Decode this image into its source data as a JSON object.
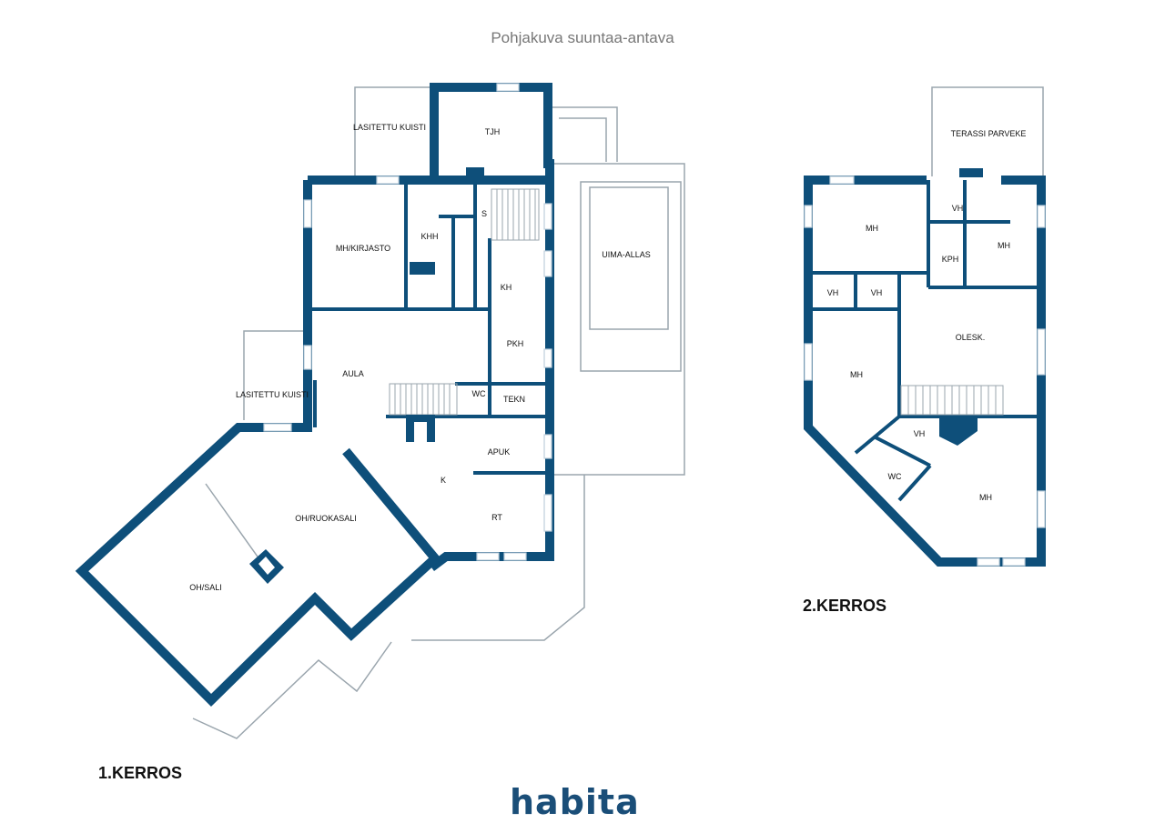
{
  "header": {
    "title": "Pohjakuva suuntaa-antava"
  },
  "colors": {
    "wall": "#0e4f7a",
    "window": "#bfcfdc",
    "line": "#9aa5ad",
    "text": "#111111"
  },
  "floors": [
    {
      "label": "1.KERROS",
      "rooms": [
        "LASITETTU KUISTI",
        "TJH",
        "MH/KIRJASTO",
        "KHH",
        "S",
        "KH",
        "UIMA-ALLAS",
        "PKH",
        "AULA",
        "WC",
        "TEKN",
        "LASITETTU KUISTI",
        "APUK",
        "K",
        "OH/RUOKASALI",
        "RT",
        "OH/SALI"
      ]
    },
    {
      "label": "2.KERROS",
      "rooms": [
        "TERASSI PARVEKE",
        "MH",
        "VH",
        "MH",
        "KPH",
        "VH",
        "VH",
        "OLESK.",
        "MH",
        "VH",
        "WC",
        "MH"
      ]
    }
  ],
  "logo": {
    "text": "habita"
  }
}
